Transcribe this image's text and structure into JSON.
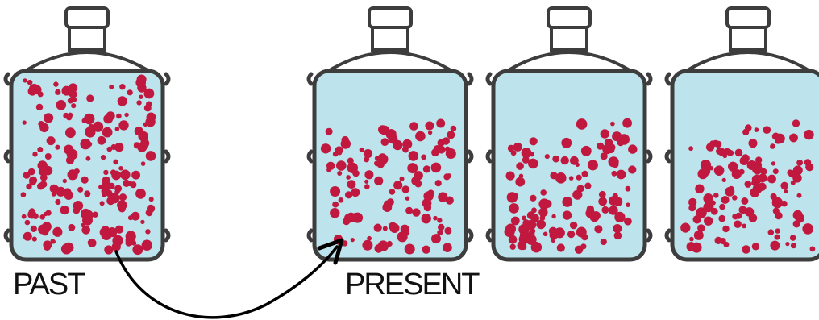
{
  "labels": {
    "past": "PAST",
    "present": "PRESENT"
  },
  "colors": {
    "water": "#bde3ec",
    "outline": "#3d3d3d",
    "particle": "#c0183f",
    "arrow": "#000000"
  },
  "bottles": [
    {
      "id": "past",
      "fill_level": "full"
    },
    {
      "id": "present",
      "fill_level": "partial"
    },
    {
      "id": "extra-1",
      "fill_level": "partial"
    },
    {
      "id": "extra-2",
      "fill_level": "partial"
    }
  ],
  "arrow_icon": "curved-arrow"
}
